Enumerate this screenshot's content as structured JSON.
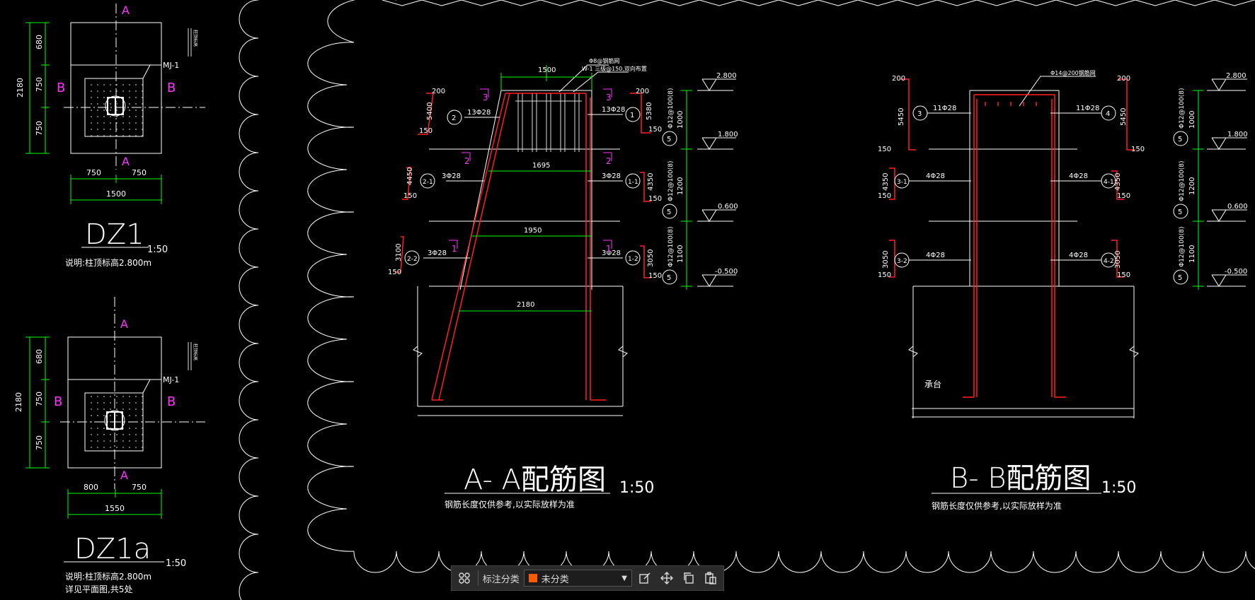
{
  "colors": {
    "bg": "#000000",
    "line": "#ffffff",
    "dim": "#00ff00",
    "rebar": "#ff2020",
    "marker": "#ff33ff",
    "toolbar_bg": "#2b2b2b",
    "category_swatch": "#ff5a00"
  },
  "dz1": {
    "section_marker": "A",
    "side_marker": "B",
    "plate_label": "MJ-1",
    "dims_left": [
      "680",
      "750",
      "750"
    ],
    "total": "2180",
    "dims_bottom": [
      "750",
      "750"
    ],
    "width_total": "1500",
    "vertical_note": "柱顶标高",
    "title": "DZ1",
    "scale": "1:50",
    "note": "说明:柱顶标高2.800m"
  },
  "dz1a": {
    "section_marker": "A",
    "side_marker": "B",
    "plate_label": "MJ-1",
    "dims_left": [
      "680",
      "750",
      "750"
    ],
    "total": "2180",
    "dims_bottom": [
      "800",
      "750"
    ],
    "width_total": "1550",
    "vertical_note": "柱顶标高",
    "title": "DZ1a",
    "scale": "1:50",
    "note1": "说明:柱顶标高2.800m",
    "note2": "详见平面图,共5处"
  },
  "aa": {
    "top_dim": "1500",
    "callout1": "Φ8@钢筋网",
    "callout2": "W-1 三级@150,双向布置",
    "dim_1695": "1695",
    "dim_1950": "1950",
    "dim_2180": "2180",
    "left_bars": [
      {
        "circle": "2",
        "spec": "13Φ28",
        "hook_top": "200",
        "len": "5400",
        "hook": "150"
      },
      {
        "circle": "2-1",
        "spec": "3Φ28",
        "len": "4450",
        "hook": "150"
      },
      {
        "circle": "2-2",
        "spec": "3Φ28",
        "len": "3100",
        "hook": "150"
      }
    ],
    "right_bars": [
      {
        "circle": "1",
        "spec": "13Φ28",
        "hook_top": "200",
        "len": "5380",
        "hook": "150"
      },
      {
        "circle": "1-1",
        "spec": "3Φ28",
        "len": "4350",
        "hook": "150"
      },
      {
        "circle": "1-2",
        "spec": "3Φ28",
        "len": "3050",
        "hook": "150"
      }
    ],
    "sect_marks": [
      "3",
      "3",
      "2",
      "2",
      "1",
      "1"
    ],
    "stirrup_circles": [
      "5",
      "5",
      "5"
    ],
    "stirrup_specs": [
      "Φ12@100(8)",
      "Φ12@100(8)",
      "Φ12@100(8)"
    ],
    "seg_dims": [
      "1000",
      "1200",
      "1100"
    ],
    "elevations": [
      "2.800",
      "1.800",
      "0.600",
      "-0.500"
    ],
    "title": "A- A配筋图",
    "scale": "1:50",
    "note": "钢筋长度仅供参考,以实际放样为准"
  },
  "bb": {
    "callout": "Φ14@200钢筋网",
    "left_bars": [
      {
        "circle": "3",
        "spec": "11Φ28",
        "hook_top": "200",
        "len": "5450",
        "hook": "150"
      },
      {
        "circle": "3-1",
        "spec": "4Φ28",
        "len": "4350",
        "hook": "150"
      },
      {
        "circle": "3-2",
        "spec": "4Φ28",
        "len": "3050",
        "hook": "150"
      }
    ],
    "right_bars": [
      {
        "circle": "4",
        "spec": "11Φ28",
        "hook_top": "200",
        "len": "5450",
        "hook": "150"
      },
      {
        "circle": "4-1",
        "spec": "4Φ28",
        "len": "4350",
        "hook": "150"
      },
      {
        "circle": "4-2",
        "spec": "4Φ28",
        "len": "3050",
        "hook": "150"
      }
    ],
    "base_label": "承台",
    "stirrup_circles": [
      "5",
      "5",
      "5"
    ],
    "stirrup_specs": [
      "Φ12@100(8)",
      "Φ12@100(8)",
      "Φ12@100(8)"
    ],
    "seg_dims": [
      "1000",
      "1200",
      "1100"
    ],
    "elevations": [
      "2.800",
      "1.800",
      "0.600",
      "-0.500"
    ],
    "title": "B- B配筋图",
    "scale": "1:50",
    "note": "钢筋长度仅供参考,以实际放样为准"
  },
  "toolbar": {
    "group_icon": "grid-group-icon",
    "label": "标注分类",
    "category": "未分类",
    "icons": [
      "edit-icon",
      "move-icon",
      "copy-icon",
      "paste-icon"
    ]
  }
}
